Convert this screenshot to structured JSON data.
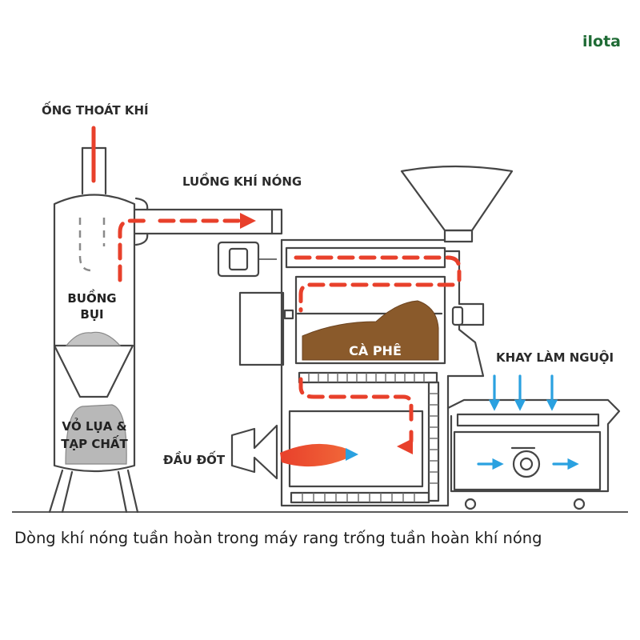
{
  "brand": {
    "logo_text": "ilota",
    "color": "#1f6b35"
  },
  "labels": {
    "exhaust_pipe": "ỐNG THOÁT KHÍ",
    "hot_air_flow": "LUỒNG KHÍ NÓNG",
    "dust_chamber_line1": "BUỒNG",
    "dust_chamber_line2": "BỤI",
    "chaff_line1": "VỎ LỤA &",
    "chaff_line2": "TẠP CHẤT",
    "coffee": "CÀ PHÊ",
    "burner": "ĐẦU ĐỐT",
    "cooling_tray": "KHAY LÀM NGUỘI"
  },
  "caption": "Dòng khí nóng tuần hoàn trong máy rang trống tuần hoàn khí nóng",
  "colors": {
    "hot_air": "#e8402b",
    "cool_air": "#2aa1e0",
    "coffee": "#8a5a2b",
    "chaff": "#8a8a8a",
    "outline": "#454545"
  }
}
